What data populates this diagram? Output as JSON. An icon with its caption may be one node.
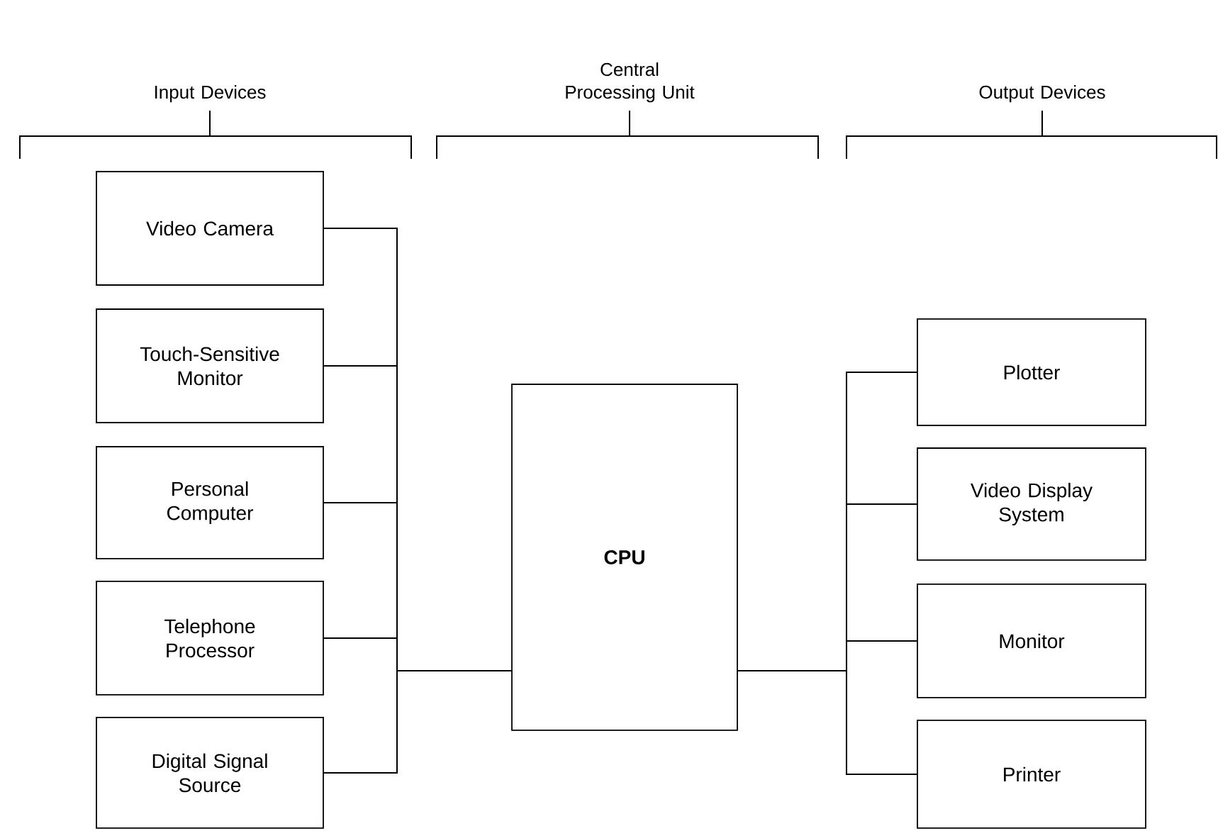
{
  "diagram": {
    "nodes": [
      {
        "text": [
          "Video Camera"
        ]
      },
      {
        "text": [
          "Touch-Sensitive Monitor"
        ]
      },
      {
        "text": [
          "Personal Computer"
        ]
      },
      {
        "text": [
          "Telephone Processor"
        ]
      },
      {
        "text": [
          "Digital Signal Source"
        ]
      },
      {
        "text": [
          "**CPU**"
        ]
      },
      {
        "text": [
          "Plotter"
        ]
      },
      {
        "text": [
          "Video Display System"
        ]
      },
      {
        "text": [
          "Monitor"
        ]
      },
      {
        "text": [
          "Printer"
        ]
      }
    ],
    "edges": [
      {
        "from": 0,
        "to": 5,
        "arrow": "none"
      },
      {
        "from": 1,
        "to": 5,
        "arrow": "none"
      },
      {
        "from": 2,
        "to": 5,
        "arrow": "none"
      },
      {
        "from": 3,
        "to": 5,
        "arrow": "none"
      },
      {
        "from": 4,
        "to": 5,
        "arrow": "none"
      },
      {
        "from": 5,
        "to": 6,
        "arrow": "none"
      },
      {
        "from": 5,
        "to": 7,
        "arrow": "none"
      },
      {
        "from": 5,
        "to": 8,
        "arrow": "none"
      },
      {
        "from": 5,
        "to": 9,
        "arrow": "none"
      }
    ],
    "labels": [
      "Input Devices",
      "Central Processing Unit",
      "Output Devices"
    ]
  }
}
